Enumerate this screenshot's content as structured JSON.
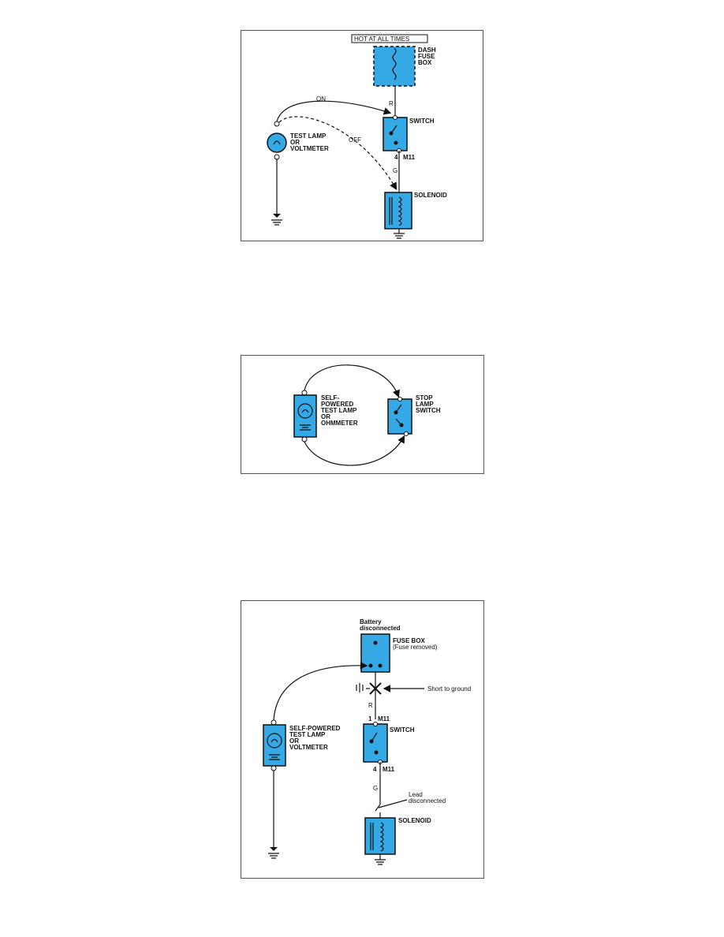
{
  "colors": {
    "component_fill": "#35a9e6",
    "line": "#111111",
    "background": "#ffffff"
  },
  "diagram1": {
    "hot_label": "HOT AT ALL TIMES",
    "fuse_box_label": [
      "DASH",
      "FUSE",
      "BOX"
    ],
    "wire_r": "R",
    "on_label": "ON",
    "off_label": "OFF",
    "test_lamp_label": [
      "TEST LAMP",
      "OR",
      "VOLTMETER"
    ],
    "switch_label": "SWITCH",
    "pin": "4",
    "connector": "M11",
    "wire_g": "G",
    "solenoid_label": "SOLENOID"
  },
  "diagram2": {
    "tester_label": [
      "SELF-",
      "POWERED",
      "TEST LAMP",
      "OR",
      "OHMMETER"
    ],
    "switch_label": [
      "STOP",
      "LAMP",
      "SWITCH"
    ]
  },
  "diagram3": {
    "battery_label": [
      "Battery",
      "disconnected"
    ],
    "fuse_box_label": "FUSE BOX",
    "fuse_removed": "(Fuse removed)",
    "short_label": "Short to ground",
    "wire_r": "R",
    "pin_top": "1",
    "connector_top": "M11",
    "tester_label": [
      "SELF-POWERED",
      "TEST LAMP",
      "OR",
      "VOLTMETER"
    ],
    "switch_label": "SWITCH",
    "pin_bottom": "4",
    "connector_bottom": "M11",
    "wire_g": "G",
    "lead_label": [
      "Lead",
      "disconnected"
    ],
    "solenoid_label": "SOLENOID"
  }
}
